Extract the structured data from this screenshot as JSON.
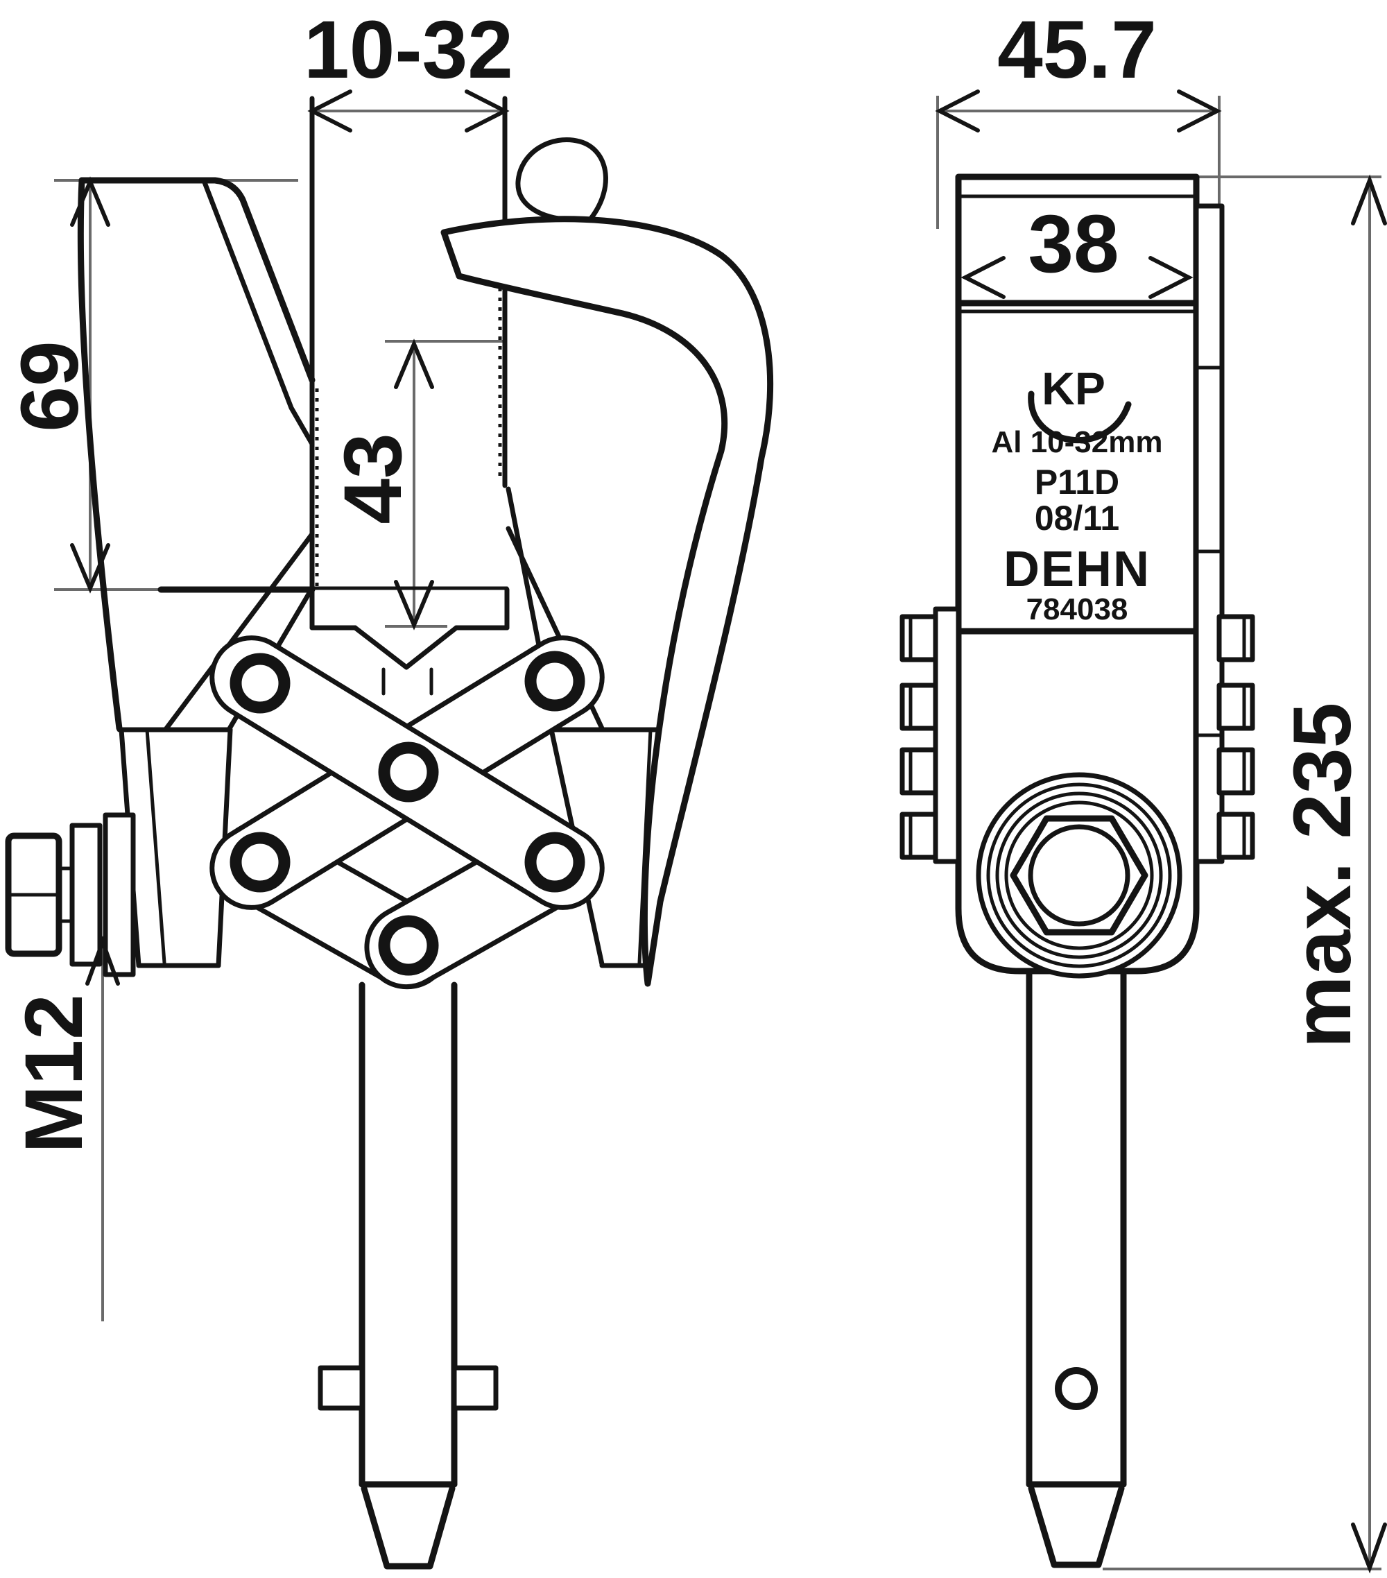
{
  "drawing": {
    "background": "#ffffff",
    "line_color": "#141414",
    "dim_color": "#6a6a6a"
  },
  "front_view": {
    "dim_clamping_range": "10-32",
    "dim_height": "69",
    "dim_depth": "43",
    "dim_thread": "M12"
  },
  "side_view": {
    "dim_width": "45.7",
    "dim_label_width": "38",
    "dim_length": "max. 235",
    "label": {
      "logo": "KP",
      "material": "Al 10-32mm",
      "type_code": "P11D",
      "date_code": "08/11",
      "brand": "DEHN",
      "part_number": "784038"
    }
  }
}
